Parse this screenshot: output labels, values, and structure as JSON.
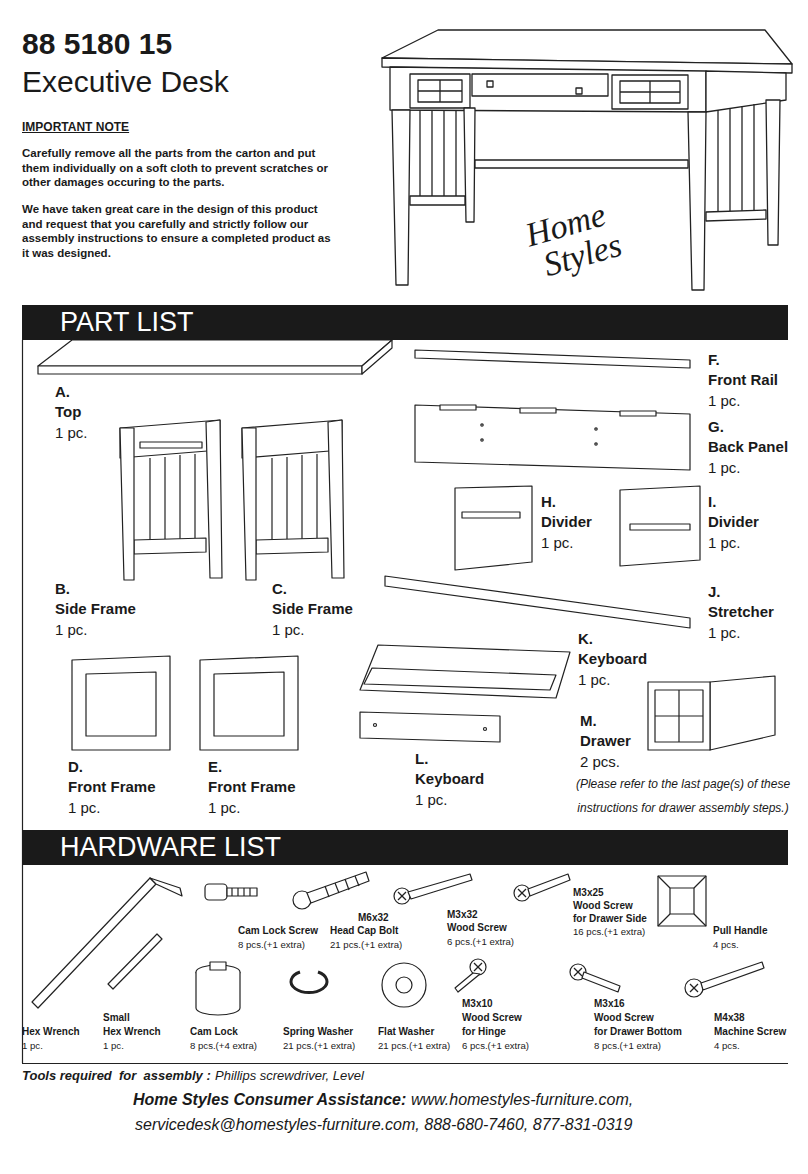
{
  "diagram": {
    "title": "88 5180 15",
    "nodes": [
      {
        "text": [
          "PART LIST"
        ]
      },
      {
        "text": [
          "HARDWARE LIST"
        ]
      }
    ],
    "labels": [
      "Executive Desk",
      "IMPORTANT NOTE",
      "Carefully remove all the parts from the carton and put them individually on a soft cloth to prevent scratches or other damages occuring to the parts.",
      "We have taken great care in the design of this product and request that you carefully and strictly follow our assembly instructions to ensure a completed product as it was designed.",
      "Home",
      "Styles",
      "A.",
      "Top",
      "1 pc.",
      "B.",
      "Side Frame",
      "1 pc.",
      "C.",
      "Side Frame",
      "1 pc.",
      "D.",
      "Front Frame",
      "1 pc.",
      "E.",
      "Front Frame",
      "1 pc.",
      "F.",
      "Front Rail",
      "1 pc.",
      "G.",
      "Back Panel",
      "1 pc.",
      "H.",
      "Divider",
      "1 pc.",
      "I.",
      "Divider",
      "1 pc.",
      "J.",
      "Stretcher",
      "1 pc.",
      "K.",
      "Keyboard",
      "1 pc.",
      "L.",
      "Keyboard",
      "1 pc.",
      "M.",
      "Drawer",
      "2 pcs.",
      "(Please refer to the last page(s) of these instructions for drawer assembly steps.)",
      "Cam Lock Screw",
      "8 pcs.(+1 extra)",
      "M6x32",
      "Head Cap Bolt",
      "21 pcs.(+1 extra)",
      "M3x32",
      "Wood Screw",
      "6 pcs.(+1 extra)",
      "M3x25",
      "Wood Screw",
      "for Drawer Side",
      "16 pcs.(+1 extra)",
      "Pull Handle",
      "4 pcs.",
      "Hex Wrench",
      "1 pc.",
      "Small",
      "Hex Wrench",
      "1 pc.",
      "Cam Lock",
      "8 pcs.(+4 extra)",
      "Spring Washer",
      "21 pcs.(+1 extra)",
      "Flat Washer",
      "21 pcs.(+1 extra)",
      "M3x10",
      "Wood Screw",
      "for Hinge",
      "6 pcs.(+1 extra)",
      "M3x16",
      "Wood Screw",
      "for Drawer Bottom",
      "8 pcs.(+1 extra)",
      "M4x38",
      "Machine Screw",
      "4 pcs.",
      "Tools required  for  assembly :",
      "Phillips screwdriver, Level",
      "Home Styles Consumer Assistance:",
      "www.homestyles-furniture.com,",
      "servicedesk@homestyles-furniture.com, 888-680-7460, 877-831-0319"
    ]
  }
}
